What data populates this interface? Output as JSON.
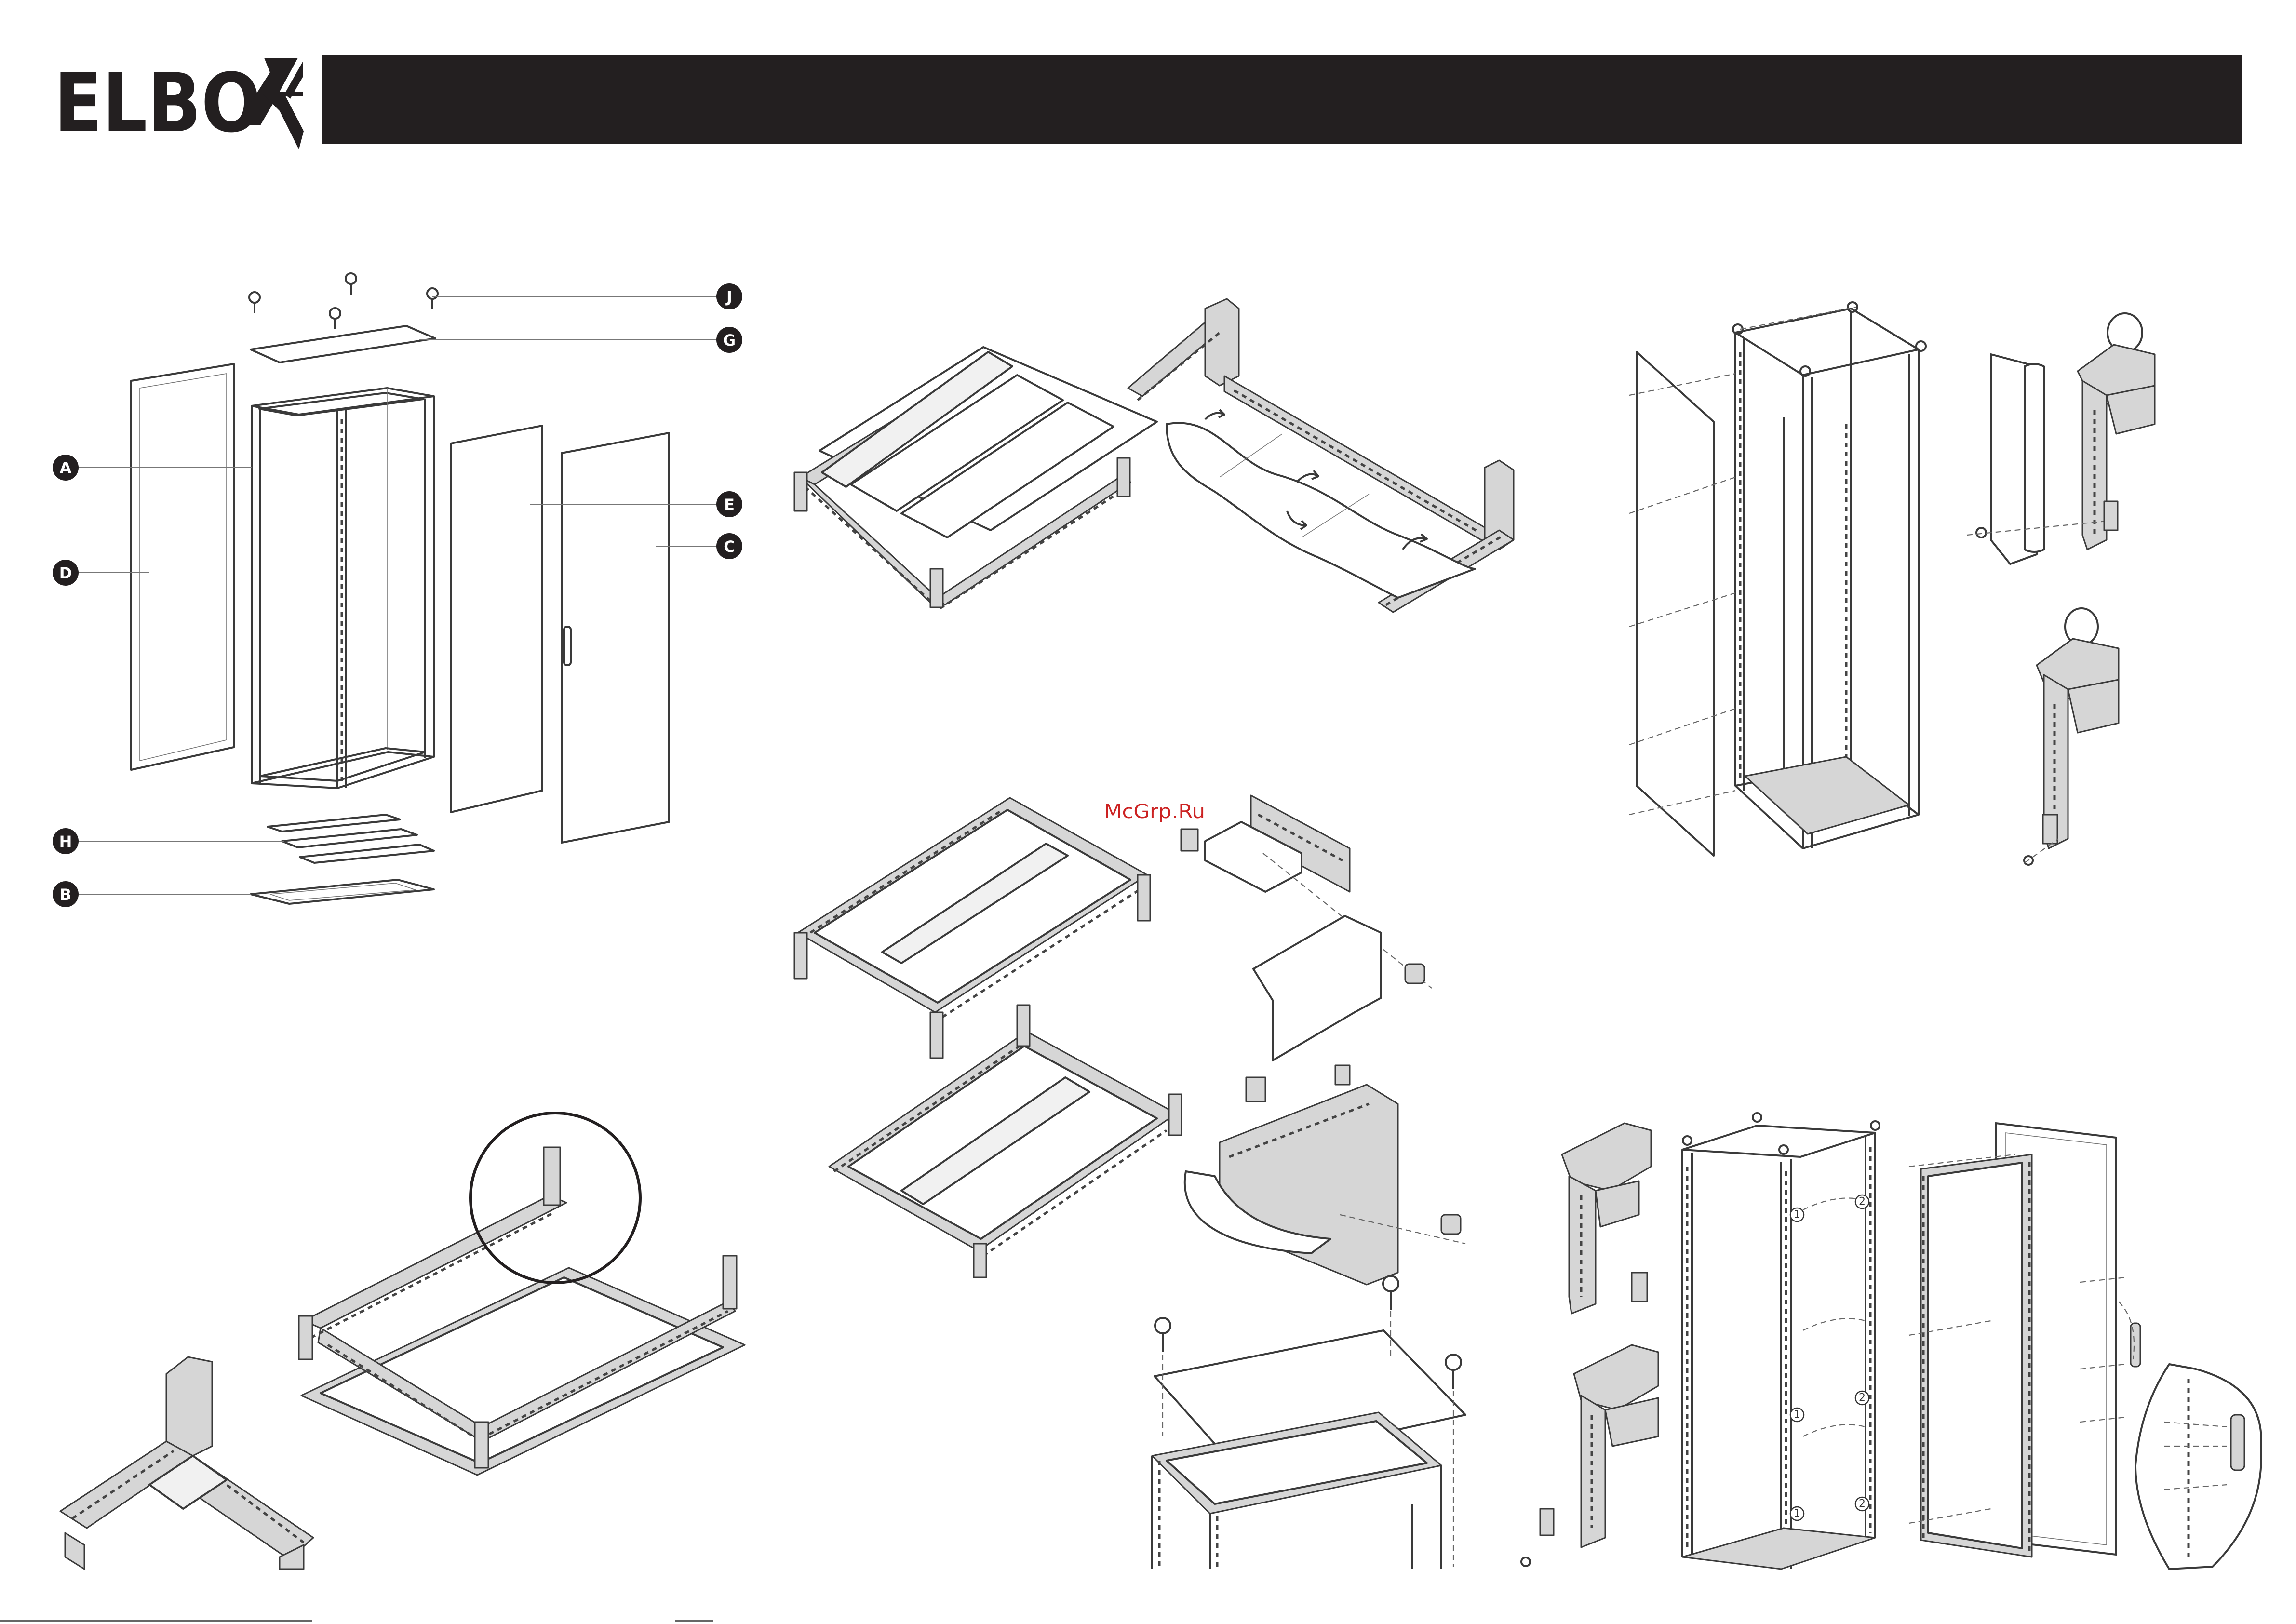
{
  "header": {
    "brand_name": "ELBO",
    "bar_color": "#231f20",
    "brand_color": "#231f20"
  },
  "watermark": {
    "text": "McGrp.Ru",
    "color": "#cc2222"
  },
  "callouts": [
    {
      "letter": "J"
    },
    {
      "letter": "G"
    },
    {
      "letter": "A"
    },
    {
      "letter": "E"
    },
    {
      "letter": "C"
    },
    {
      "letter": "D"
    },
    {
      "letter": "H"
    },
    {
      "letter": "B"
    }
  ],
  "step_markers": [
    "1",
    "2",
    "1",
    "2",
    "1",
    "2"
  ],
  "icons": [
    "elbox-logo",
    "rotation-arrow-icon",
    "eyebolt-icon",
    "hinge-icon",
    "door-handle-icon"
  ]
}
